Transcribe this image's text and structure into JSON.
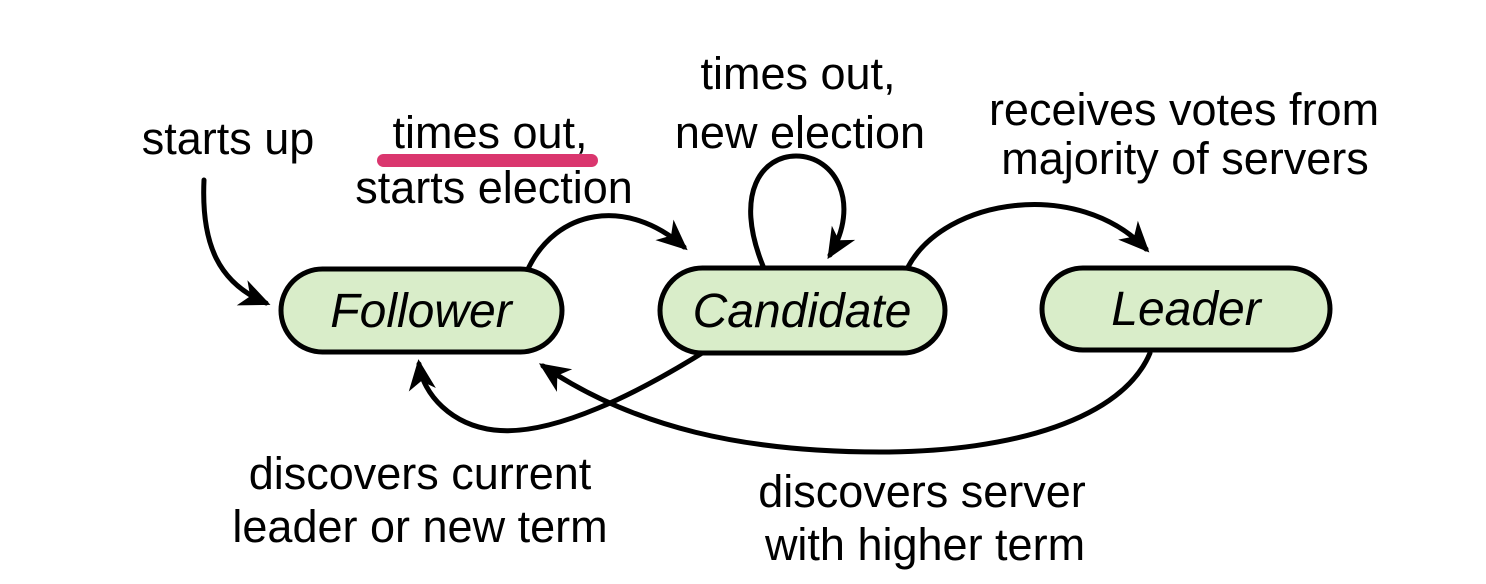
{
  "diagram": {
    "colors": {
      "background": "#ffffff",
      "state_fill": "#d9edc9",
      "state_border": "#000000",
      "arrow": "#000000",
      "text": "#000000",
      "highlight_underline": "#da366e"
    },
    "states": [
      {
        "label": "Follower"
      },
      {
        "label": "Candidate"
      },
      {
        "label": "Leader"
      }
    ],
    "transitions": {
      "starts_up": {
        "line1": "starts up"
      },
      "follower_to_candidate": {
        "line1": "times out,",
        "line2": "starts election"
      },
      "candidate_self": {
        "line1": "times out,",
        "line2": "new election"
      },
      "candidate_to_leader": {
        "line1": "receives votes from",
        "line2": "majority of servers"
      },
      "candidate_to_follower": {
        "line1": "discovers current",
        "line2": "leader or new term"
      },
      "leader_to_follower": {
        "line1": "discovers server",
        "line2": "with higher term"
      }
    }
  }
}
